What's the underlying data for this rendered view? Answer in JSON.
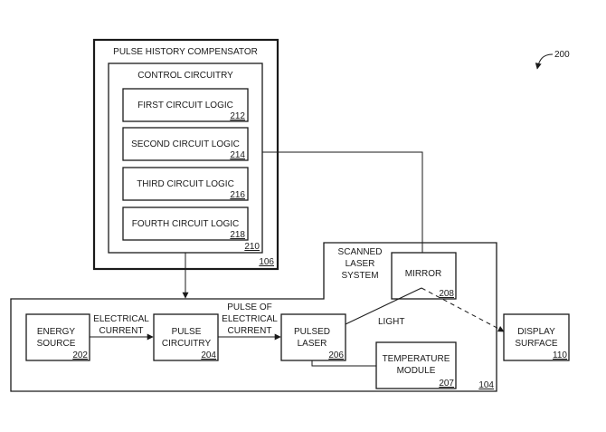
{
  "figure_ref": "200",
  "compensator": {
    "title": "PULSE HISTORY COMPENSATOR",
    "ref": "106"
  },
  "control": {
    "title": "CONTROL CIRCUITRY",
    "ref": "210"
  },
  "logic": [
    {
      "label": "FIRST CIRCUIT LOGIC",
      "ref": "212"
    },
    {
      "label": "SECOND CIRCUIT LOGIC",
      "ref": "214"
    },
    {
      "label": "THIRD CIRCUIT LOGIC",
      "ref": "216"
    },
    {
      "label": "FOURTH CIRCUIT LOGIC",
      "ref": "218"
    }
  ],
  "scanned_laser_system": {
    "title_lines": [
      "SCANNED",
      "LASER",
      "SYSTEM"
    ],
    "ref": "104"
  },
  "mirror": {
    "label": "MIRROR",
    "ref": "208"
  },
  "energy_source": {
    "lines": [
      "ENERGY",
      "SOURCE"
    ],
    "ref": "202"
  },
  "pulse_circuitry": {
    "lines": [
      "PULSE",
      "CIRCUITRY"
    ],
    "ref": "204"
  },
  "pulsed_laser": {
    "lines": [
      "PULSED",
      "LASER"
    ],
    "ref": "206"
  },
  "temperature_module": {
    "lines": [
      "TEMPERATURE",
      "MODULE"
    ],
    "ref": "207"
  },
  "display_surface": {
    "lines": [
      "DISPLAY",
      "SURFACE"
    ],
    "ref": "110"
  },
  "labels": {
    "electrical_current": [
      "ELECTRICAL",
      "CURRENT"
    ],
    "pulse_of_electrical_current": [
      "PULSE OF",
      "ELECTRICAL",
      "CURRENT"
    ],
    "light": "LIGHT"
  }
}
